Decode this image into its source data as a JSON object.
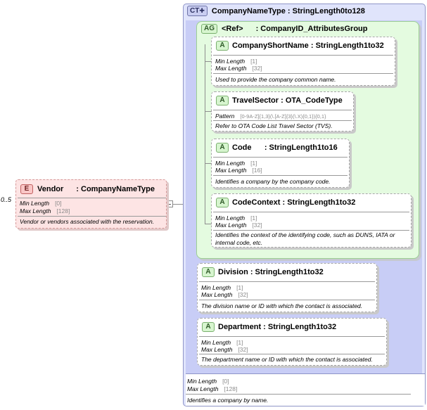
{
  "vendor": {
    "badge": "E",
    "name": "Vendor",
    "type": ": CompanyNameType",
    "cardinality": "0..5",
    "facets": [
      {
        "label": "Min Length",
        "value": "[0]"
      },
      {
        "label": "Max Length",
        "value": "[128]"
      }
    ],
    "description": "Vendor or vendors associated with the reservation."
  },
  "complex_type": {
    "badge": "CT",
    "title": "CompanyNameType : StringLength0to128",
    "facets": [
      {
        "label": "Min Length",
        "value": "[0]"
      },
      {
        "label": "Max Length",
        "value": "[128]"
      }
    ],
    "description": "Identifies a company by name."
  },
  "attribute_group": {
    "badge": "AG",
    "ref": "<Ref>",
    "name": ": CompanyID_AttributesGroup"
  },
  "attributes": [
    {
      "badge": "A",
      "title": "CompanyShortName : StringLength1to32",
      "facets": [
        {
          "label": "Min Length",
          "value": "[1]"
        },
        {
          "label": "Max Length",
          "value": "[32]"
        }
      ],
      "description": "Used to provide the company common name."
    },
    {
      "badge": "A",
      "title": "TravelSector : OTA_CodeType",
      "facets": [
        {
          "label": "Pattern",
          "value": "[0-9A-Z]{1,3}(\\.[A-Z]{3}(\\.X){0,1}){0,1}"
        }
      ],
      "description": "Refer to OTA Code List Travel Sector (TVS)."
    },
    {
      "badge": "A",
      "title": "Code      : StringLength1to16",
      "facets": [
        {
          "label": "Min Length",
          "value": "[1]"
        },
        {
          "label": "Max Length",
          "value": "[16]"
        }
      ],
      "description": "Identifies a company by the company code."
    },
    {
      "badge": "A",
      "title": "CodeContext : StringLength1to32",
      "facets": [
        {
          "label": "Min Length",
          "value": "[1]"
        },
        {
          "label": "Max Length",
          "value": "[32]"
        }
      ],
      "description_lines": [
        "Identifies the context of the identifying code, such as DUNS, IATA or",
        "internal code, etc."
      ]
    },
    {
      "badge": "A",
      "title": "Division : StringLength1to32",
      "facets": [
        {
          "label": "Min Length",
          "value": "[1]"
        },
        {
          "label": "Max Length",
          "value": "[32]"
        }
      ],
      "description": "The division name or ID with which the contact is associated."
    },
    {
      "badge": "A",
      "title": "Department : StringLength1to32",
      "facets": [
        {
          "label": "Min Length",
          "value": "[1]"
        },
        {
          "label": "Max Length",
          "value": "[32]"
        }
      ],
      "description": "The department name or ID with which the contact is associated."
    }
  ]
}
